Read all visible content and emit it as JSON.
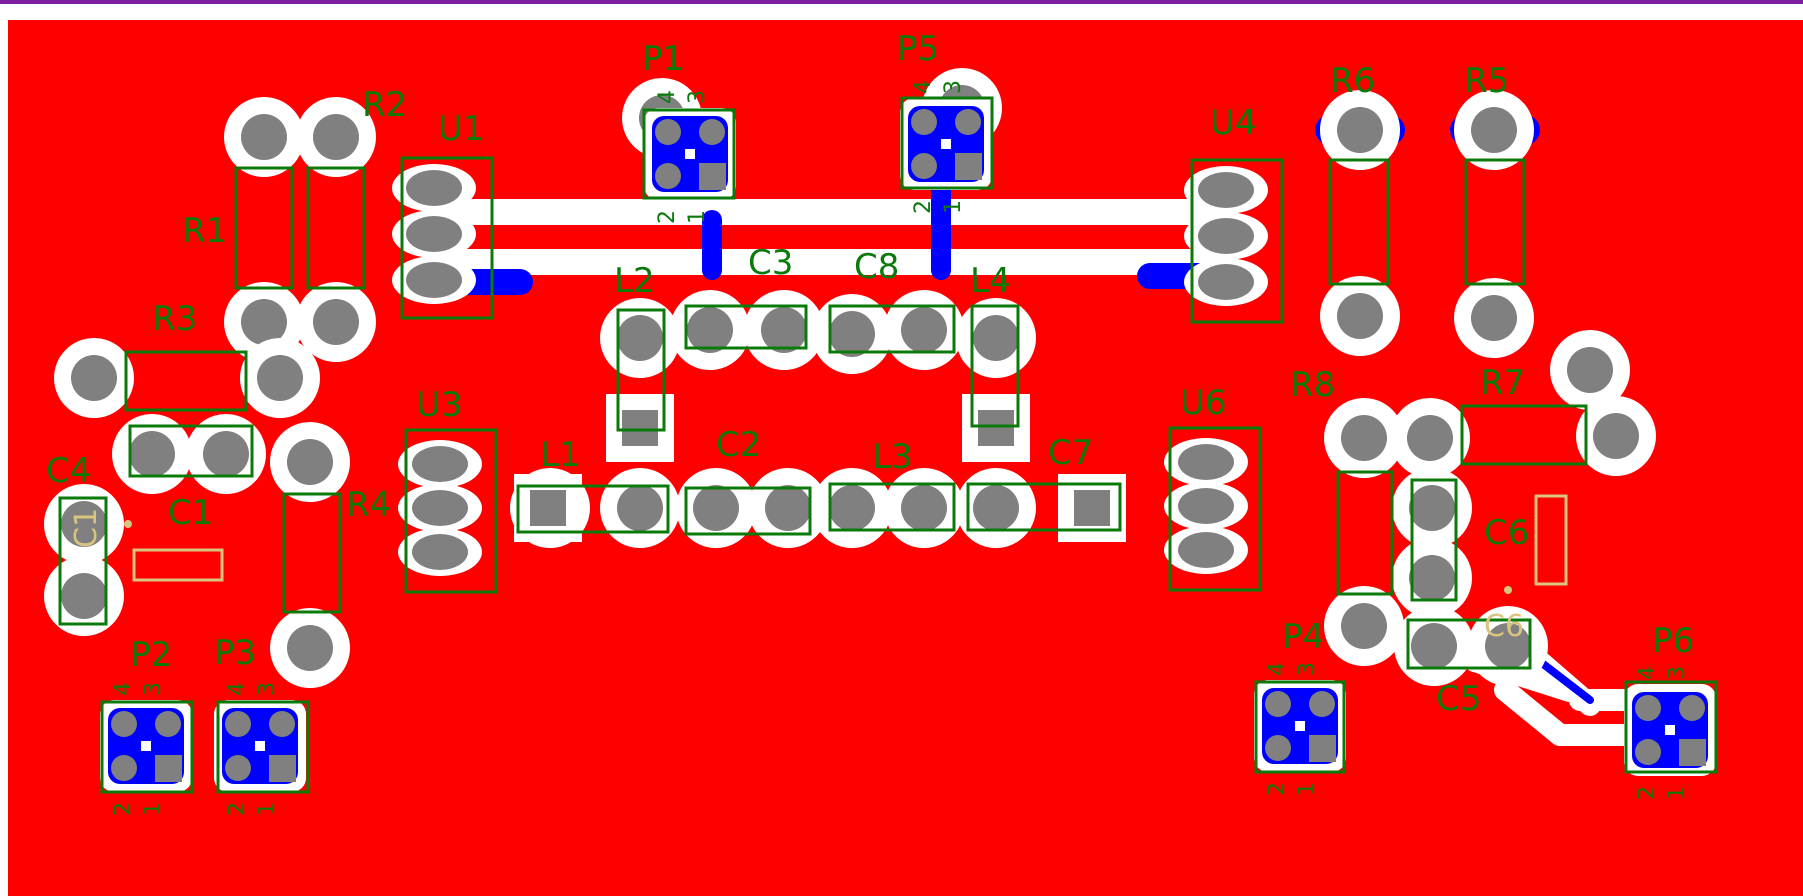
{
  "colors": {
    "border": "#7b1fa2",
    "copper": "#ff0000",
    "clearance": "#ffffff",
    "bottom_copper": "#0000ff",
    "pad": "#808080",
    "silkscreen": "#0a7a0a",
    "assembly": "#d9c480"
  },
  "labels": {
    "P1": "P1",
    "P5": "P5",
    "R2": "R2",
    "U1": "U1",
    "R1": "R1",
    "R3": "R3",
    "C3": "C3",
    "C8": "C8",
    "L2": "L2",
    "L4": "L4",
    "R6": "R6",
    "R5": "R5",
    "U4": "U4",
    "U3": "U3",
    "C2": "C2",
    "L1": "L1",
    "L3": "L3",
    "C7": "C7",
    "U6": "U6",
    "R8": "R8",
    "R7": "R7",
    "C4": "C4",
    "C1": "C1",
    "R4": "R4",
    "C6": "C6",
    "P2": "P2",
    "P3": "P3",
    "P4": "P4",
    "P6": "P6",
    "C5": "C5"
  },
  "pin_numbers": {
    "one": "1",
    "two": "2",
    "three": "3",
    "four": "4"
  },
  "faded_labels": {
    "c1_ghost": "C1",
    "c6_ghost": "C6"
  }
}
